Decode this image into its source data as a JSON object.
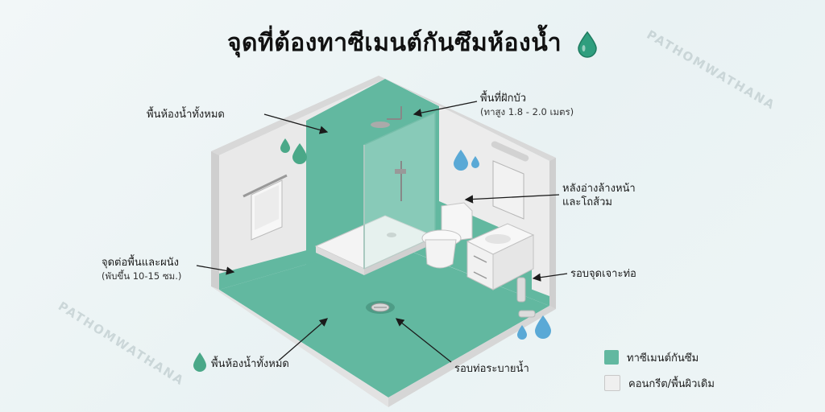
{
  "title": "จุดที่ต้องทาซีเมนต์กันซึมห้องน้ำ",
  "watermark": "PATHOMWATHANA",
  "colors": {
    "waterproof": "#62b8a0",
    "concrete": "#efefef",
    "drop": "#5aa9d6"
  },
  "labels": {
    "wall_all": "พื้นห้องน้ำทั้งหมด",
    "shower_area": "พื้นที่ฝักบัว",
    "shower_area_sub": "(ทาสูง 1.8 - 2.0 เมตร)",
    "behind_sink": "หลังอ่างล้างหน้า",
    "behind_sink_2": "และโถส้วม",
    "pipe_holes": "รอบจุดเจาะท่อ",
    "floor_wall_joint": "จุดต่อพื้นและผนัง",
    "floor_wall_joint_sub": "(พับขึ้น 10-15 ซม.)",
    "floor_all": "พื้นห้องน้ำทั้งหมด",
    "drain": "รอบท่อระบายน้ำ"
  },
  "legend": [
    {
      "label": "ทาซีเมนต์กันซึม",
      "color": "#62b8a0"
    },
    {
      "label": "คอนกรีต/พื้นผิวเดิม",
      "color": "#efefef"
    }
  ]
}
